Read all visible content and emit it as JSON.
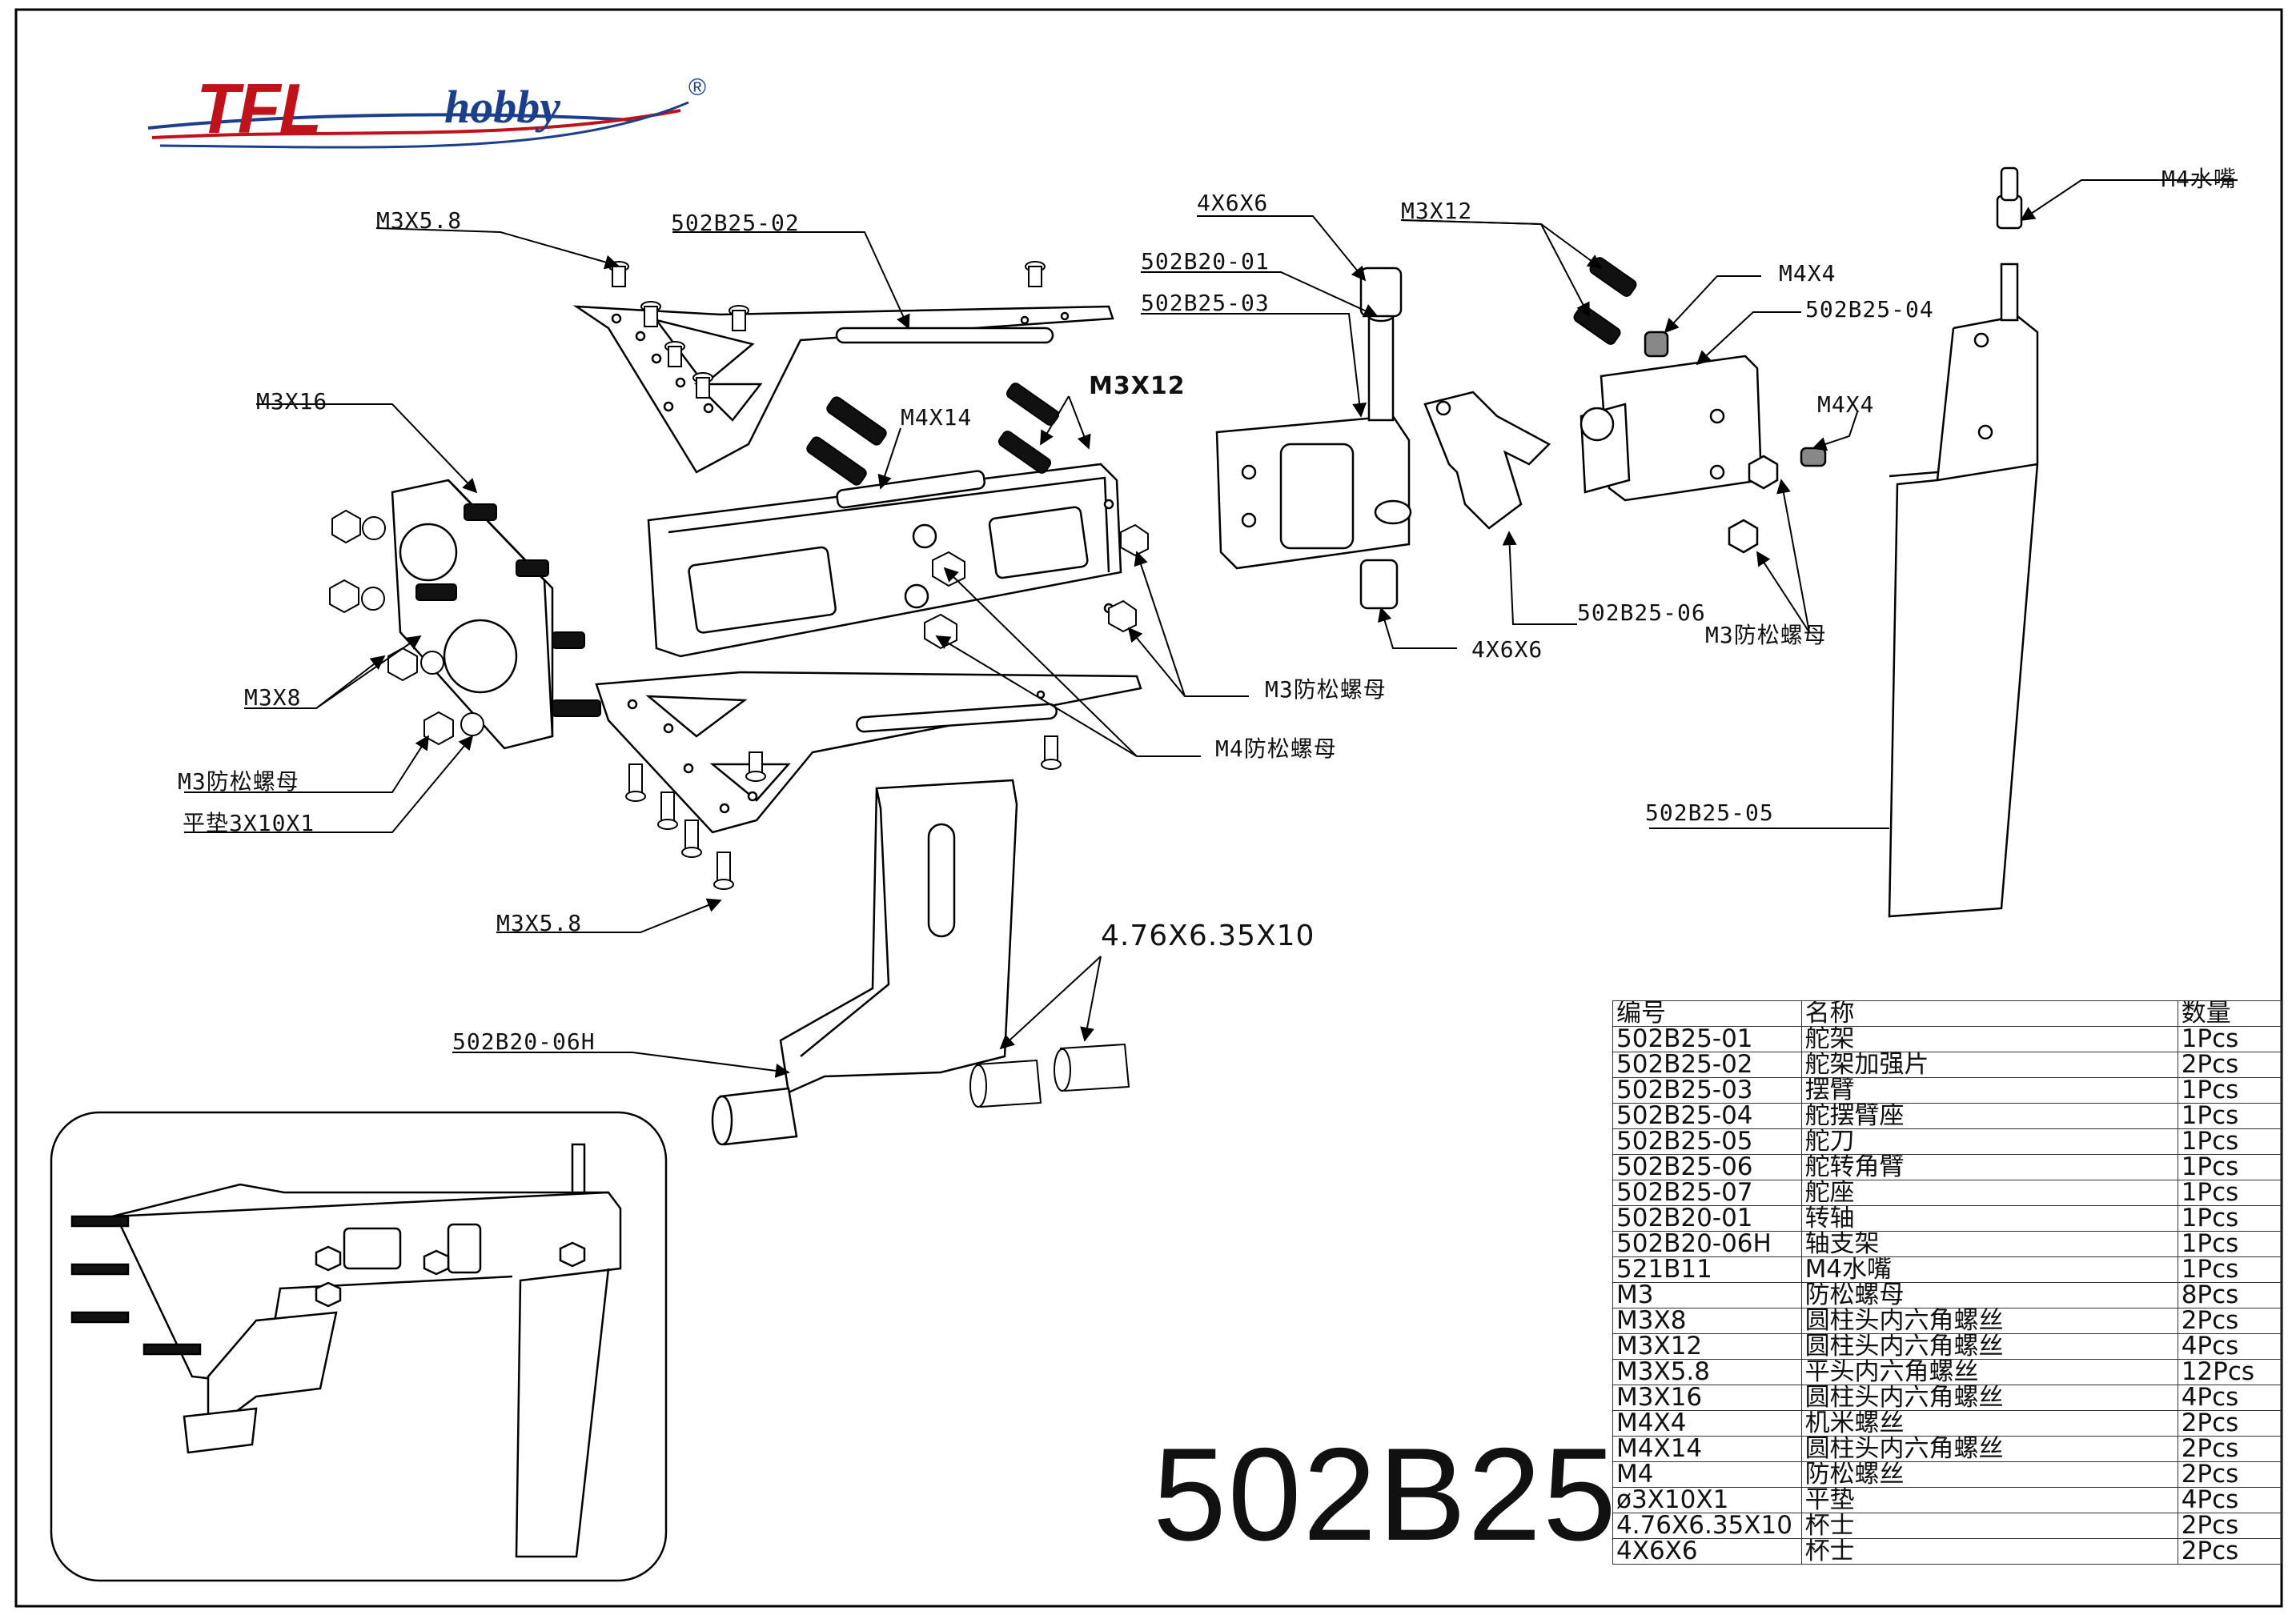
{
  "logo": {
    "brand": "TFL",
    "sub": "hobby",
    "reg": "®"
  },
  "model_number": "502B25",
  "callouts": {
    "m3x58_top": "M3X5.8",
    "p502b25_02": "502B25-02",
    "m3x16": "M3X16",
    "m4x14": "M4X14",
    "m3x12_mid": "M3X12",
    "m3x8": "M3X8",
    "m3_nut_left": "M3防松螺母",
    "washer": "平垫3X10X1",
    "m3x58_bottom": "M3X5.8",
    "p502b20_06h": "502B20-06H",
    "bush_476": "4.76X6.35X10",
    "m3_nut_mid": "M3防松螺母",
    "m4_nut": "M4防松螺母",
    "bush_4x6x6_top": "4X6X6",
    "p502b20_01": "502B20-01",
    "p502b25_03": "502B25-03",
    "m3x12_right": "M3X12",
    "m4x4_top": "M4X4",
    "p502b25_04": "502B25-04",
    "m4x4_right": "M4X4",
    "p502b25_06": "502B25-06",
    "bush_4x6x6_bottom": "4X6X6",
    "m3_nut_right": "M3防松螺母",
    "m4_nozzle": "M4水嘴",
    "p502b25_05": "502B25-05"
  },
  "parts_table": {
    "headers": [
      "编号",
      "名称",
      "数量"
    ],
    "rows": [
      [
        "502B25-01",
        "舵架",
        "1Pcs"
      ],
      [
        "502B25-02",
        "舵架加强片",
        "2Pcs"
      ],
      [
        "502B25-03",
        "摆臂",
        "1Pcs"
      ],
      [
        "502B25-04",
        "舵摆臂座",
        "1Pcs"
      ],
      [
        "502B25-05",
        "舵刀",
        "1Pcs"
      ],
      [
        "502B25-06",
        "舵转角臂",
        "1Pcs"
      ],
      [
        "502B25-07",
        "舵座",
        "1Pcs"
      ],
      [
        "502B20-01",
        "转轴",
        "1Pcs"
      ],
      [
        "502B20-06H",
        "轴支架",
        "1Pcs"
      ],
      [
        "521B11",
        "M4水嘴",
        "1Pcs"
      ],
      [
        "M3",
        "防松螺母",
        "8Pcs"
      ],
      [
        "M3X8",
        "圆柱头内六角螺丝",
        "2Pcs"
      ],
      [
        "M3X12",
        "圆柱头内六角螺丝",
        "4Pcs"
      ],
      [
        "M3X5.8",
        "平头内六角螺丝",
        "12Pcs"
      ],
      [
        "M3X16",
        "圆柱头内六角螺丝",
        "4Pcs"
      ],
      [
        "M4X4",
        "机米螺丝",
        "2Pcs"
      ],
      [
        "M4X14",
        "圆柱头内六角螺丝",
        "2Pcs"
      ],
      [
        "M4",
        "防松螺丝",
        "2Pcs"
      ],
      [
        "ø3X10X1",
        "平垫",
        "4Pcs"
      ],
      [
        "4.76X6.35X10",
        "杯士",
        "2Pcs"
      ],
      [
        "4X6X6",
        "杯士",
        "2Pcs"
      ]
    ]
  },
  "colors": {
    "logo_red": "#c0121b",
    "logo_blue": "#1c3f8c",
    "line": "#000000"
  }
}
